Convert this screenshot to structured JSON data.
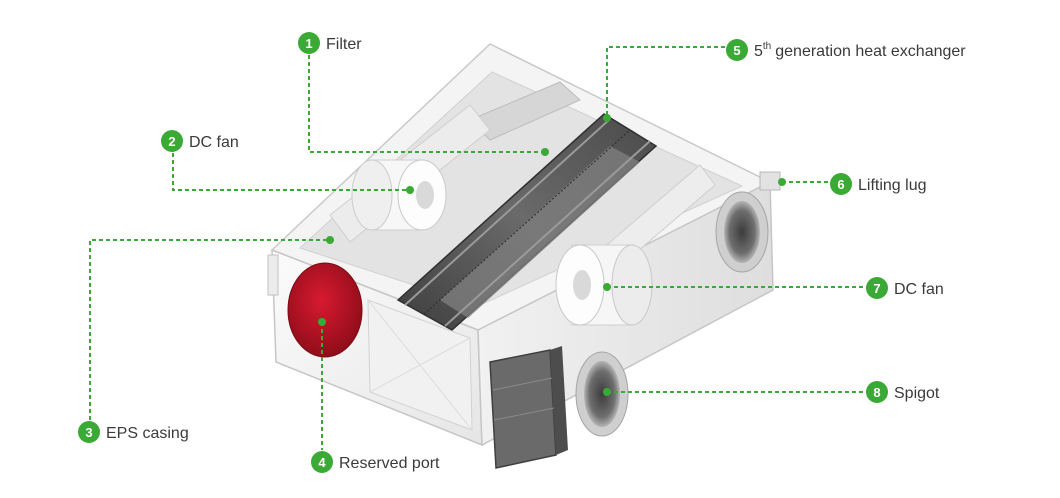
{
  "callout_color": "#3aa935",
  "port_color": "#c8142a",
  "callouts": [
    {
      "number": "1",
      "label": "Filter"
    },
    {
      "number": "2",
      "label": "DC fan"
    },
    {
      "number": "3",
      "label": "EPS casing"
    },
    {
      "number": "4",
      "label": "Reserved port"
    },
    {
      "number": "5",
      "label_prefix": "5",
      "label_sup": "th",
      "label_rest": "generation heat exchanger"
    },
    {
      "number": "6",
      "label": "Lifting lug"
    },
    {
      "number": "7",
      "label": "DC fan"
    },
    {
      "number": "8",
      "label": "Spigot"
    }
  ]
}
